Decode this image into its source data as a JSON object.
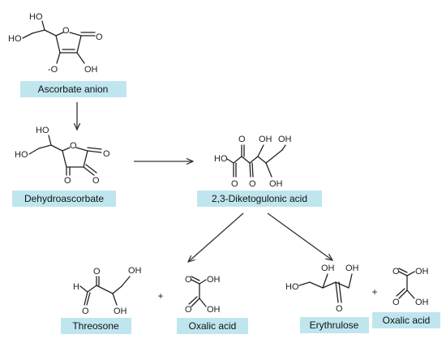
{
  "labels": {
    "ascorbate": "Ascorbate anion",
    "dehydroascorbate": "Dehydroascorbate",
    "diketogulonic": "2,3-Diketogulonic acid",
    "threosone": "Threosone",
    "oxalic_1": "Oxalic acid",
    "erythrulose": "Erythrulose",
    "oxalic_2": "Oxalic acid"
  },
  "plus_signs": [
    "+",
    "+"
  ],
  "atoms": {
    "ho": "HO",
    "oh": "OH",
    "o": "O",
    "h": "H",
    "o_minus": "-O"
  },
  "colors": {
    "label_fill": "#bfe6ee",
    "line": "#222222"
  }
}
